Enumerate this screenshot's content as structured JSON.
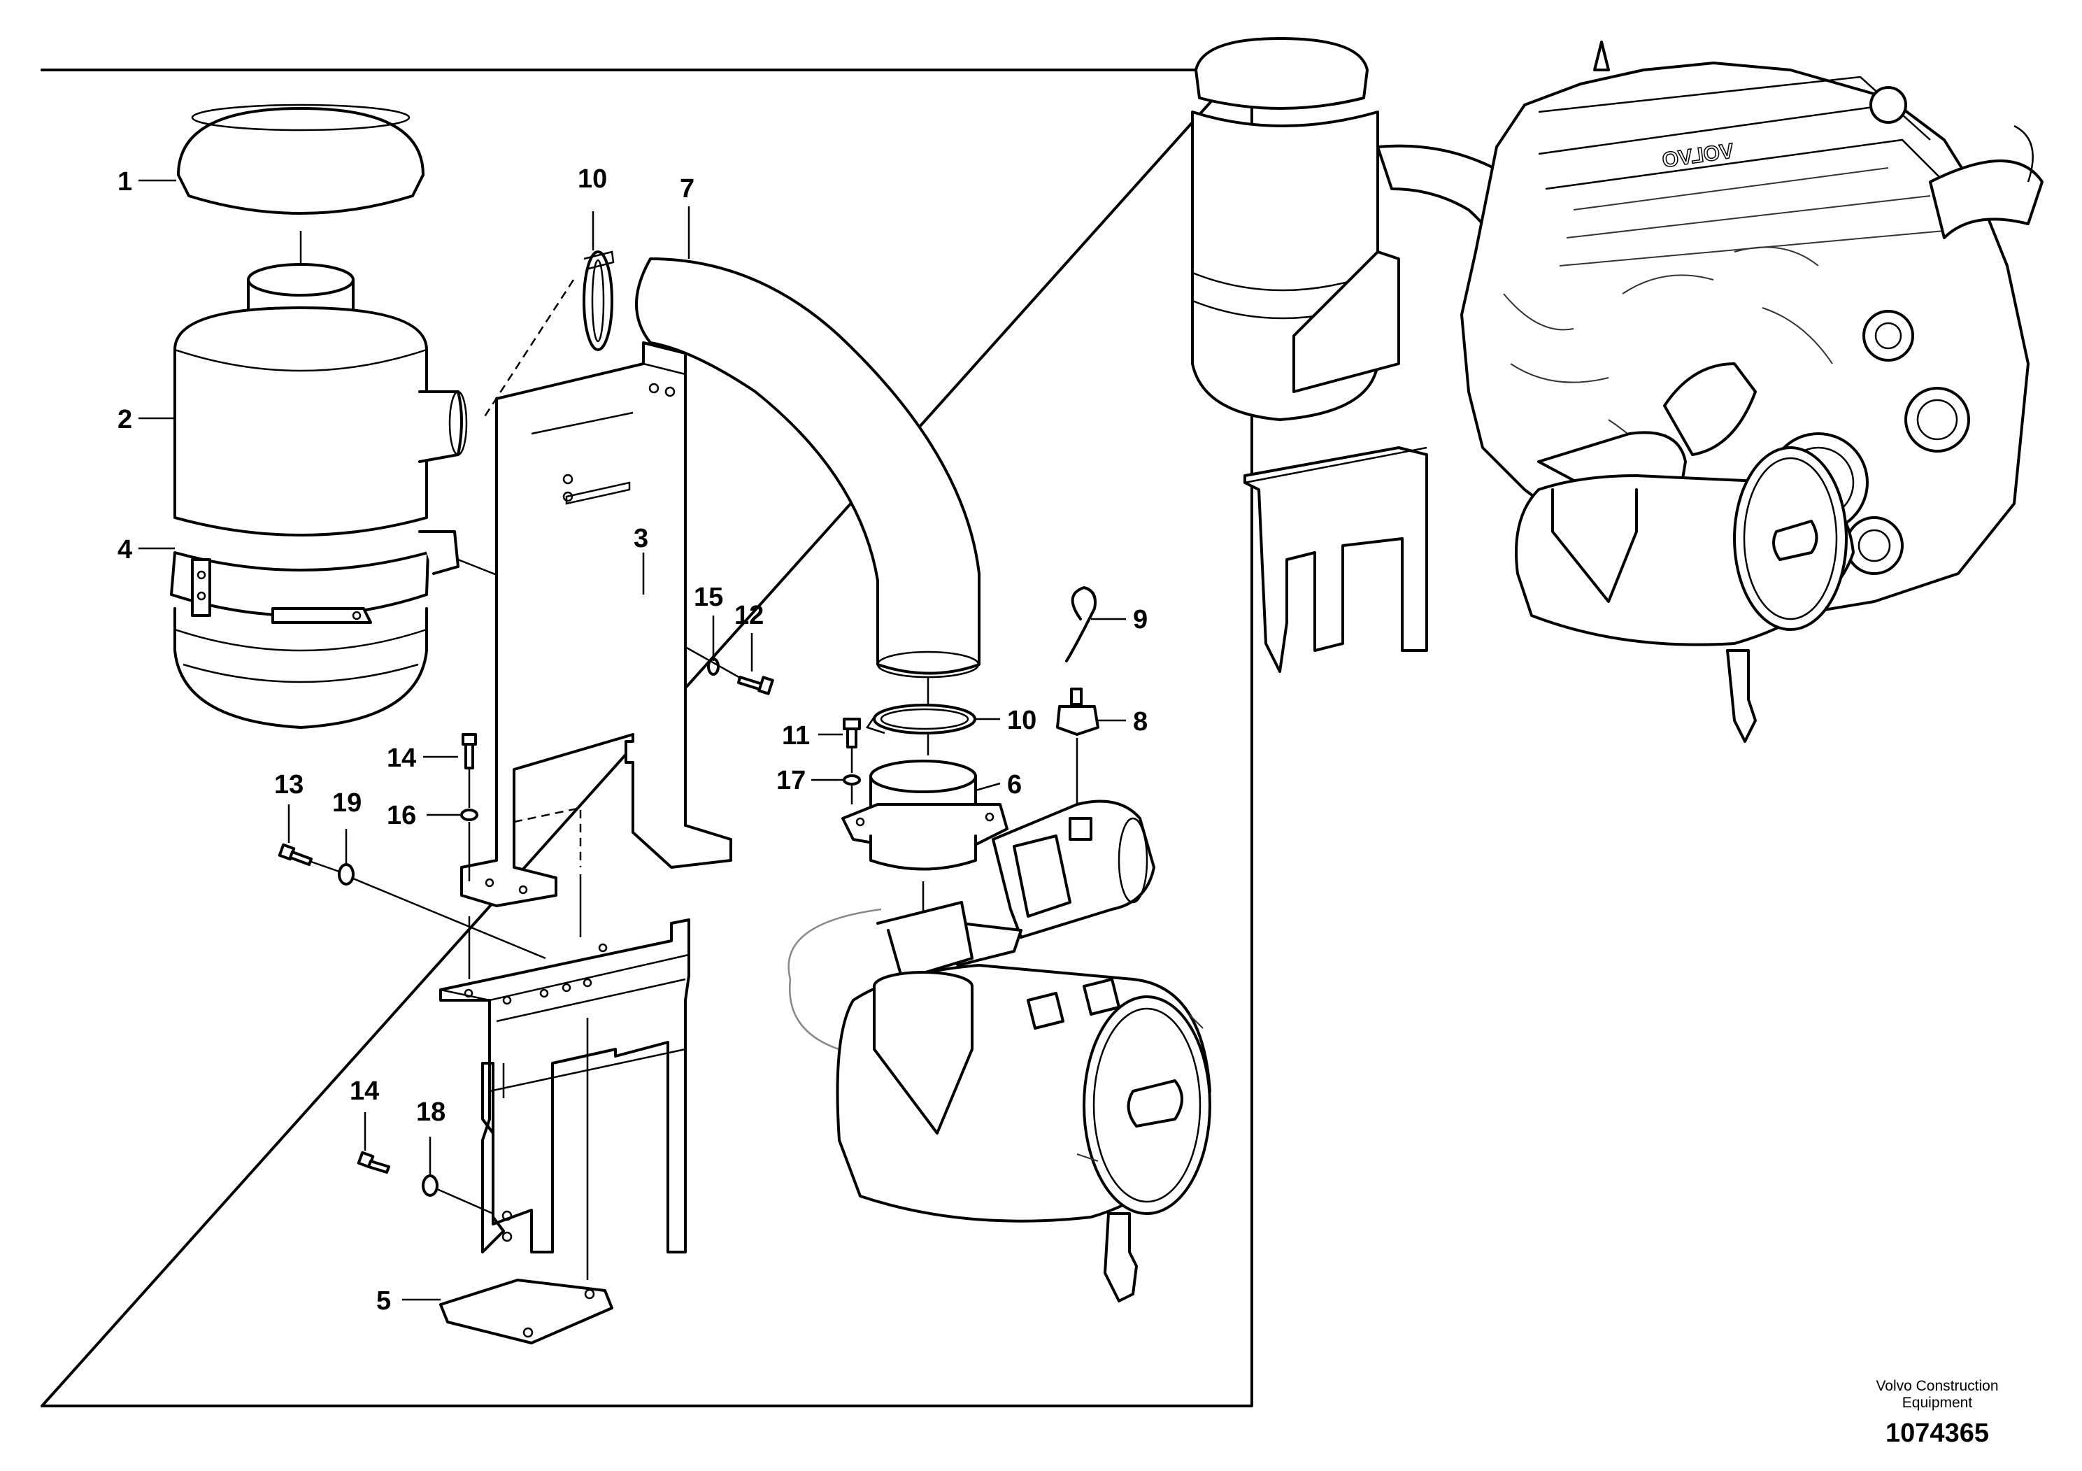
{
  "callouts": {
    "c1": "1",
    "c2": "2",
    "c3": "3",
    "c4": "4",
    "c5": "5",
    "c6": "6",
    "c7": "7",
    "c8": "8",
    "c9": "9",
    "c10a": "10",
    "c10b": "10",
    "c11": "11",
    "c12": "12",
    "c13": "13",
    "c14a": "14",
    "c14b": "14",
    "c15": "15",
    "c16": "16",
    "c17": "17",
    "c18": "18",
    "c19": "19"
  },
  "footer": {
    "company_line1": "Volvo Construction",
    "company_line2": "Equipment",
    "figure_number": "1074365"
  }
}
